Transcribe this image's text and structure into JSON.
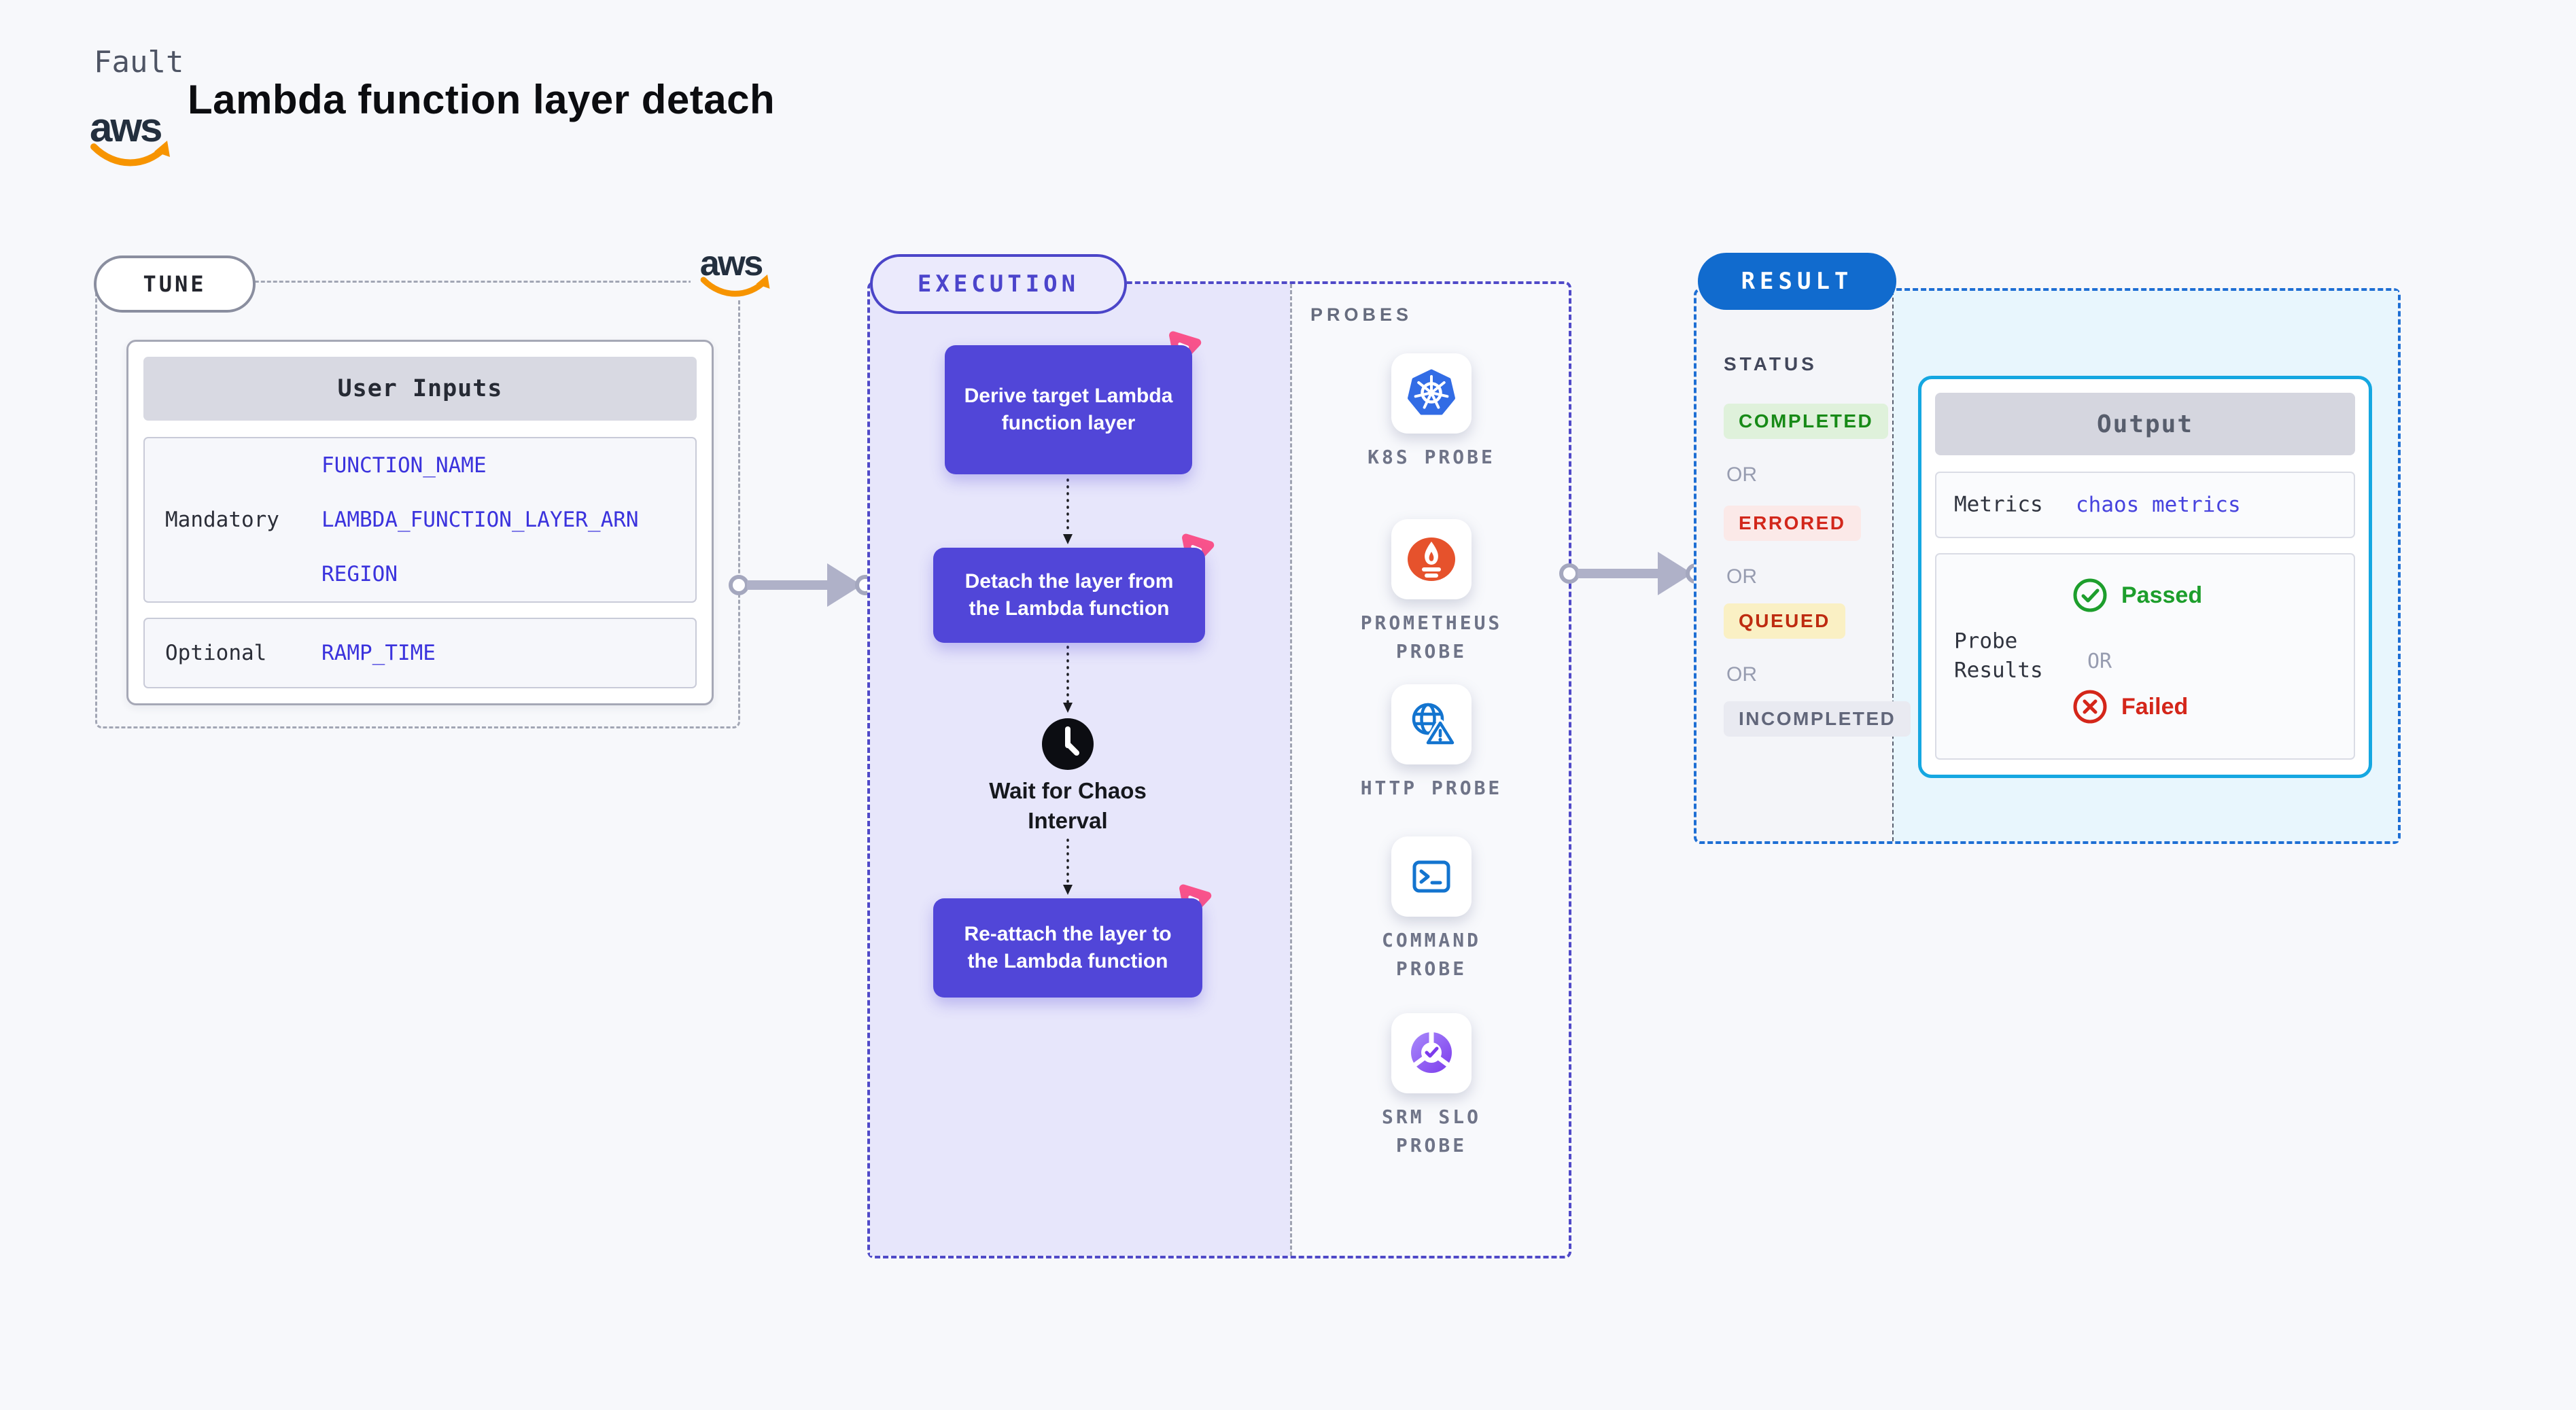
{
  "header": {
    "kicker": "Fault",
    "title": "Lambda function layer detach",
    "aws_word": "aws"
  },
  "tune": {
    "pill": "TUNE",
    "user_inputs": {
      "header": "User Inputs",
      "mandatory_label": "Mandatory",
      "mandatory_params": [
        "FUNCTION_NAME",
        "LAMBDA_FUNCTION_LAYER_ARN",
        "REGION"
      ],
      "optional_label": "Optional",
      "optional_params": [
        "RAMP_TIME"
      ]
    }
  },
  "execution": {
    "pill": "EXECUTION",
    "steps": {
      "derive": "Derive target Lambda function layer",
      "detach": "Detach the layer from the Lambda function",
      "wait": "Wait for Chaos Interval",
      "reattach": "Re-attach the layer to the Lambda function"
    },
    "probes": {
      "heading": "PROBES",
      "items": [
        {
          "icon": "kubernetes-icon",
          "label": "K8S PROBE"
        },
        {
          "icon": "prometheus-icon",
          "label": "PROMETHEUS PROBE"
        },
        {
          "icon": "http-icon",
          "label": "HTTP PROBE"
        },
        {
          "icon": "command-icon",
          "label": "COMMAND PROBE"
        },
        {
          "icon": "srm-slo-icon",
          "label": "SRM SLO PROBE"
        }
      ]
    }
  },
  "result": {
    "pill": "RESULT",
    "status": {
      "heading": "STATUS",
      "or": "OR",
      "badges": [
        {
          "kind": "completed",
          "label": "COMPLETED"
        },
        {
          "kind": "errored",
          "label": "ERRORED"
        },
        {
          "kind": "queued",
          "label": "QUEUED"
        },
        {
          "kind": "incompleted",
          "label": "INCOMPLETED"
        }
      ]
    },
    "output": {
      "header": "Output",
      "metrics_label": "Metrics",
      "metrics_link": "chaos metrics",
      "probe_results_label": "Probe Results",
      "passed": "Passed",
      "or": "OR",
      "failed": "Failed"
    }
  },
  "colors": {
    "page_bg": "#F7F8FB",
    "step_purple": "#5146D8",
    "lavender": "#E7E6FB",
    "exec_accent": "#4B44CB",
    "result_blue": "#116BCE",
    "output_border": "#15A7E1",
    "output_area_bg": "#E8F6FD",
    "param_blue": "#3B33DD",
    "link_indigo": "#4743DE",
    "pink_badge": "#F9538B",
    "aws_orange": "#F79400",
    "completed_green": "#178A17",
    "errored_red": "#D2271B",
    "queued_text": "#BE2B10",
    "passed_green": "#1D9E2C",
    "failed_red": "#D4261A",
    "kubernetes_blue": "#326CE5",
    "prometheus_orange": "#E6522C",
    "http_blue": "#1374CF"
  }
}
